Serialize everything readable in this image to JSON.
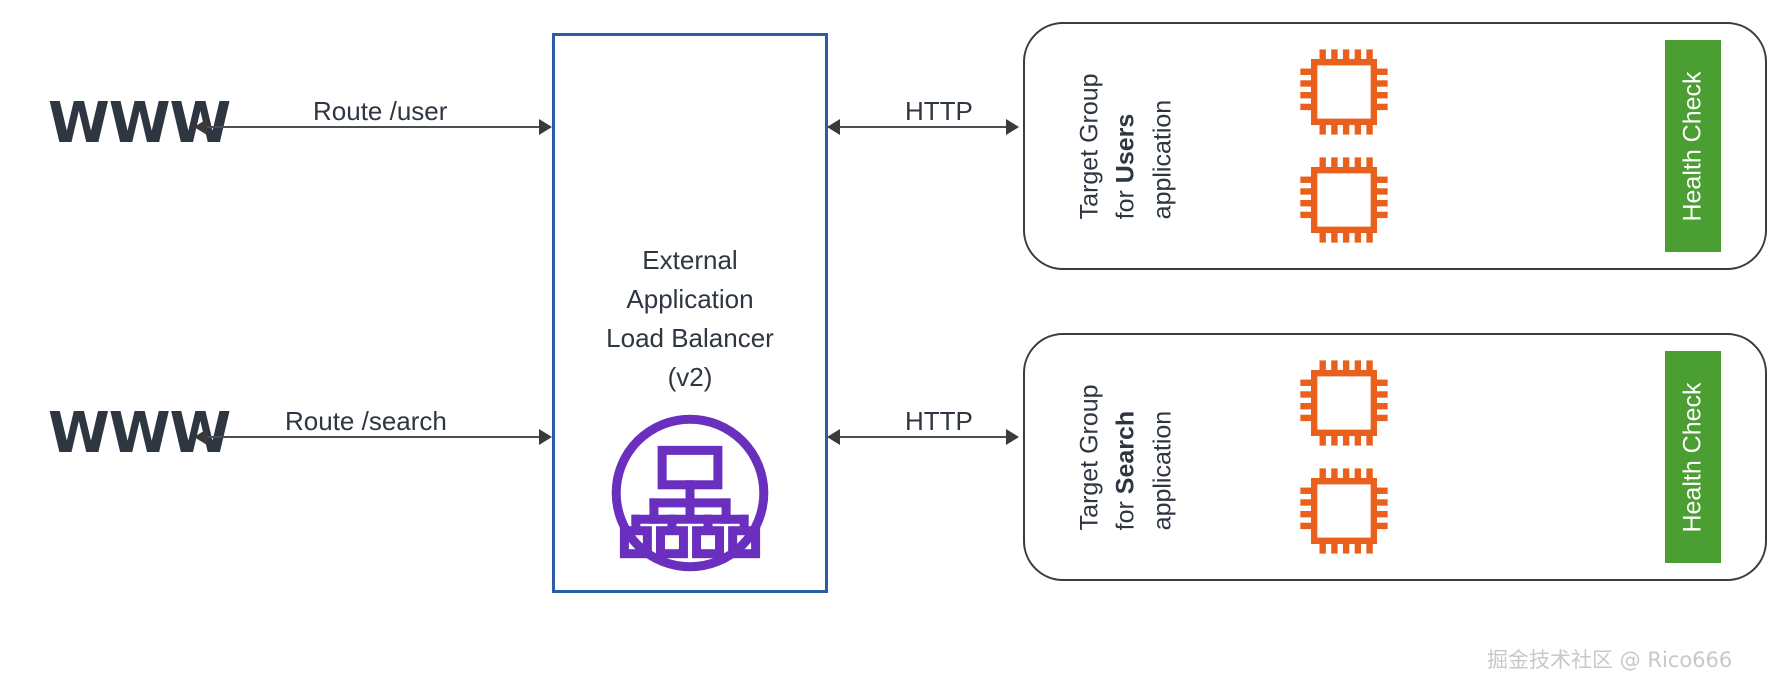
{
  "diagram": {
    "title": "External Application Load Balancer routing diagram",
    "colors": {
      "lb_border": "#2B5CA8",
      "lb_icon": "#6B2FBF",
      "chip_orange": "#E8601C",
      "health_green": "#4A9E32",
      "text_dark": "#2E3641",
      "arrow_gray": "#4D4D4D",
      "box_border": "#3C3C3C",
      "watermark_gray": "#C8C8C8"
    }
  },
  "clients": [
    {
      "label": "WWW",
      "name": "www-client-top"
    },
    {
      "label": "WWW",
      "name": "www-client-bottom"
    }
  ],
  "route_arrows": [
    {
      "caption": "Route /user",
      "direction": "bidirectional"
    },
    {
      "caption": "Route /search",
      "direction": "bidirectional"
    }
  ],
  "load_balancer": {
    "title_lines": [
      "External",
      "Application",
      "Load Balancer",
      "(v2)"
    ],
    "icon": "load-balancer-icon"
  },
  "http_arrows": [
    {
      "caption": "HTTP",
      "direction": "bidirectional"
    },
    {
      "caption": "HTTP",
      "direction": "bidirectional"
    }
  ],
  "target_groups": [
    {
      "caption_line1": "Target Group",
      "caption_line2_prefix": "for ",
      "caption_line2_bold": "Users",
      "caption_line3": "application",
      "instance_count": 2,
      "health_check_label": "Health Check"
    },
    {
      "caption_line1": "Target Group",
      "caption_line2_prefix": "for ",
      "caption_line2_bold": "Search",
      "caption_line3": "application",
      "instance_count": 2,
      "health_check_label": "Health Check"
    }
  ],
  "watermark": {
    "text": "掘金技术社区 @ Rico666"
  }
}
